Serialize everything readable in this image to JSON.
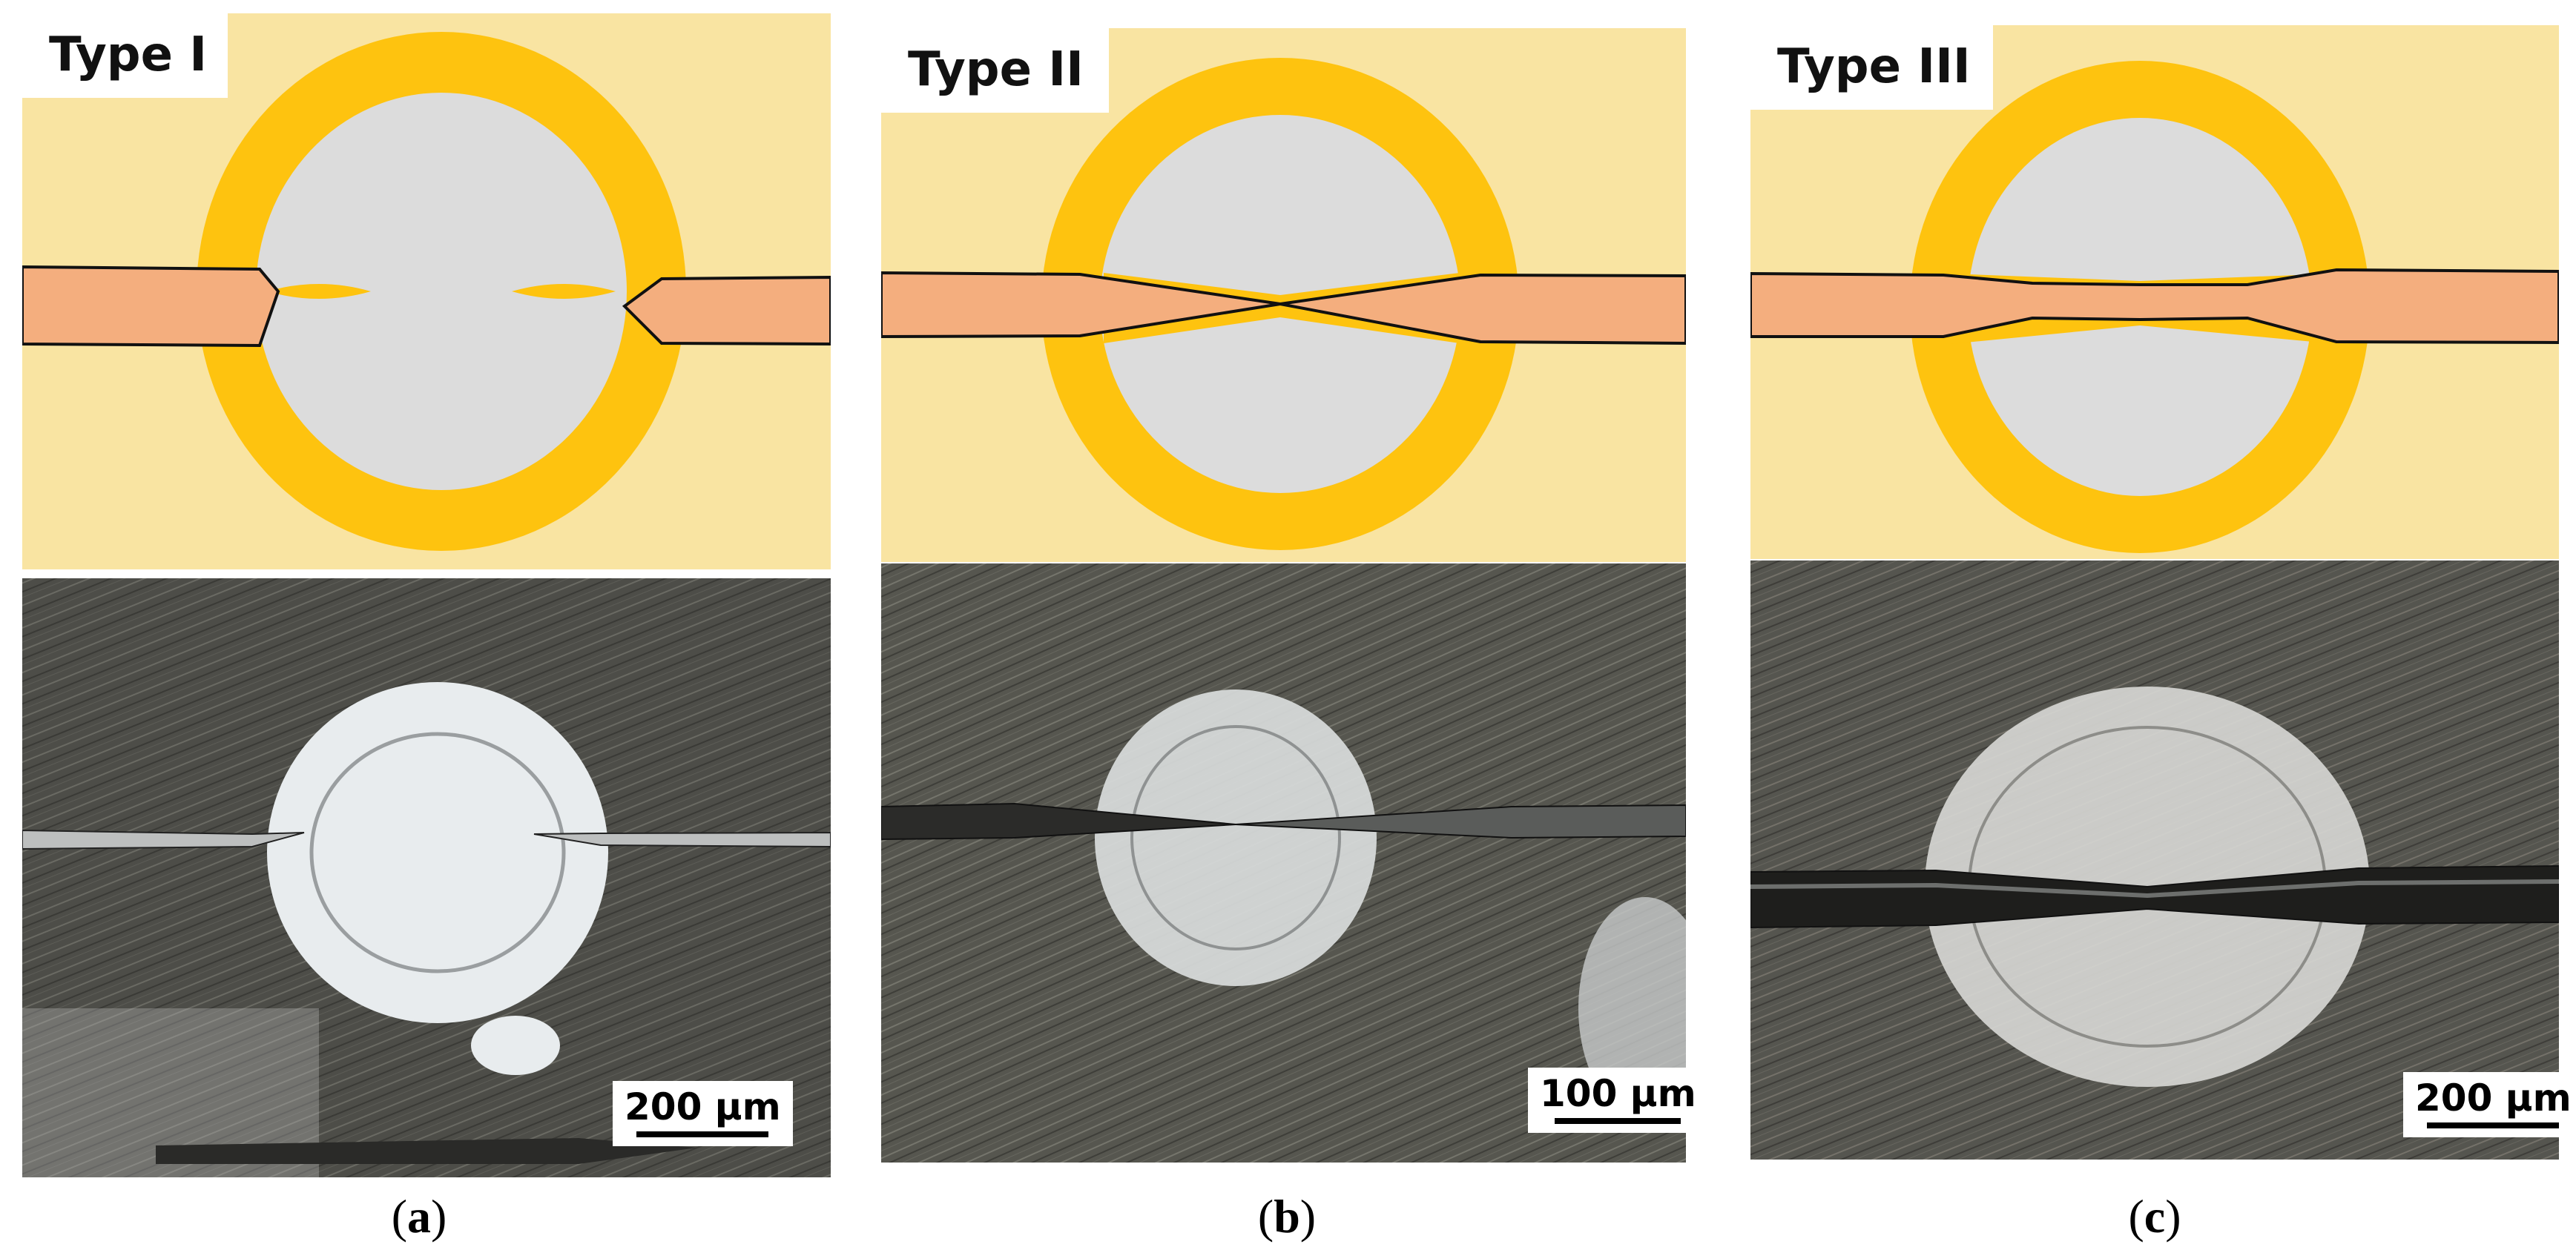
{
  "panels": [
    {
      "type_label": "Type I",
      "scale": "200 µm",
      "caption_open": "(",
      "caption_letter": "a",
      "caption_close": ")"
    },
    {
      "type_label": "Type II",
      "scale": "100 µm",
      "caption_open": "(",
      "caption_letter": "b",
      "caption_close": ")"
    },
    {
      "type_label": "Type III",
      "scale": "200 µm",
      "caption_open": "(",
      "caption_letter": "c",
      "caption_close": ")"
    }
  ],
  "colors": {
    "background": "#f9e4a2",
    "ring": "#fec30f",
    "core": "#dcdcdc",
    "wire": "#f4ae7e",
    "outline": "#111111",
    "micrograph_dark": "#4a4a45",
    "micrograph_spot": "#e8ecee"
  }
}
